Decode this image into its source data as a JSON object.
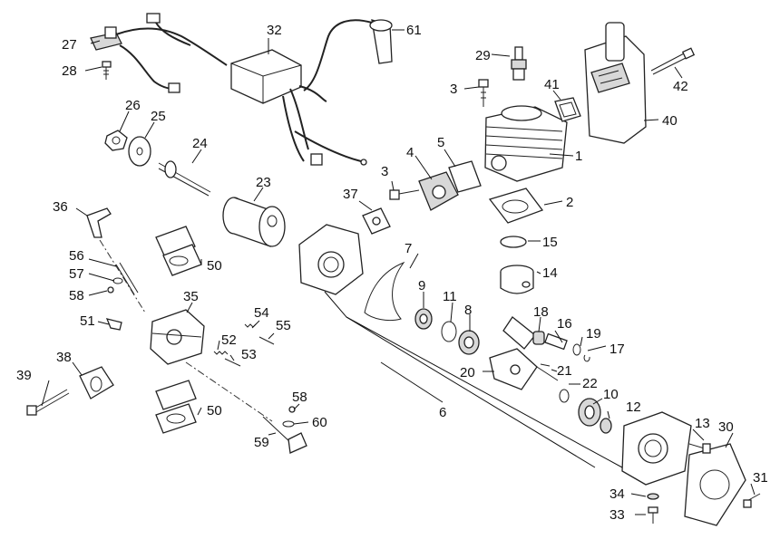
{
  "diagram": {
    "type": "exploded-parts-diagram",
    "callouts": [
      {
        "key": "p1",
        "label": "1"
      },
      {
        "key": "p2",
        "label": "2"
      },
      {
        "key": "p3a",
        "label": "3"
      },
      {
        "key": "p3b",
        "label": "3"
      },
      {
        "key": "p4",
        "label": "4"
      },
      {
        "key": "p5",
        "label": "5"
      },
      {
        "key": "p6",
        "label": "6"
      },
      {
        "key": "p7",
        "label": "7"
      },
      {
        "key": "p8",
        "label": "8"
      },
      {
        "key": "p9",
        "label": "9"
      },
      {
        "key": "p10",
        "label": "10"
      },
      {
        "key": "p11",
        "label": "11"
      },
      {
        "key": "p12",
        "label": "12"
      },
      {
        "key": "p13",
        "label": "13"
      },
      {
        "key": "p14",
        "label": "14"
      },
      {
        "key": "p15",
        "label": "15"
      },
      {
        "key": "p16",
        "label": "16"
      },
      {
        "key": "p17",
        "label": "17"
      },
      {
        "key": "p18",
        "label": "18"
      },
      {
        "key": "p19",
        "label": "19"
      },
      {
        "key": "p20",
        "label": "20"
      },
      {
        "key": "p21",
        "label": "21"
      },
      {
        "key": "p22",
        "label": "22"
      },
      {
        "key": "p23",
        "label": "23"
      },
      {
        "key": "p24",
        "label": "24"
      },
      {
        "key": "p25",
        "label": "25"
      },
      {
        "key": "p26",
        "label": "26"
      },
      {
        "key": "p27",
        "label": "27"
      },
      {
        "key": "p28",
        "label": "28"
      },
      {
        "key": "p29",
        "label": "29"
      },
      {
        "key": "p30",
        "label": "30"
      },
      {
        "key": "p31",
        "label": "31"
      },
      {
        "key": "p32",
        "label": "32"
      },
      {
        "key": "p33",
        "label": "33"
      },
      {
        "key": "p34",
        "label": "34"
      },
      {
        "key": "p35",
        "label": "35"
      },
      {
        "key": "p36",
        "label": "36"
      },
      {
        "key": "p37",
        "label": "37"
      },
      {
        "key": "p38",
        "label": "38"
      },
      {
        "key": "p39",
        "label": "39"
      },
      {
        "key": "p40",
        "label": "40"
      },
      {
        "key": "p41",
        "label": "41"
      },
      {
        "key": "p42",
        "label": "42"
      },
      {
        "key": "p50a",
        "label": "50"
      },
      {
        "key": "p50b",
        "label": "50"
      },
      {
        "key": "p51",
        "label": "51"
      },
      {
        "key": "p52",
        "label": "52"
      },
      {
        "key": "p53",
        "label": "53"
      },
      {
        "key": "p54",
        "label": "54"
      },
      {
        "key": "p55",
        "label": "55"
      },
      {
        "key": "p56",
        "label": "56"
      },
      {
        "key": "p57",
        "label": "57"
      },
      {
        "key": "p58a",
        "label": "58"
      },
      {
        "key": "p58b",
        "label": "58"
      },
      {
        "key": "p59",
        "label": "59"
      },
      {
        "key": "p60",
        "label": "60"
      },
      {
        "key": "p61",
        "label": "61"
      }
    ]
  }
}
